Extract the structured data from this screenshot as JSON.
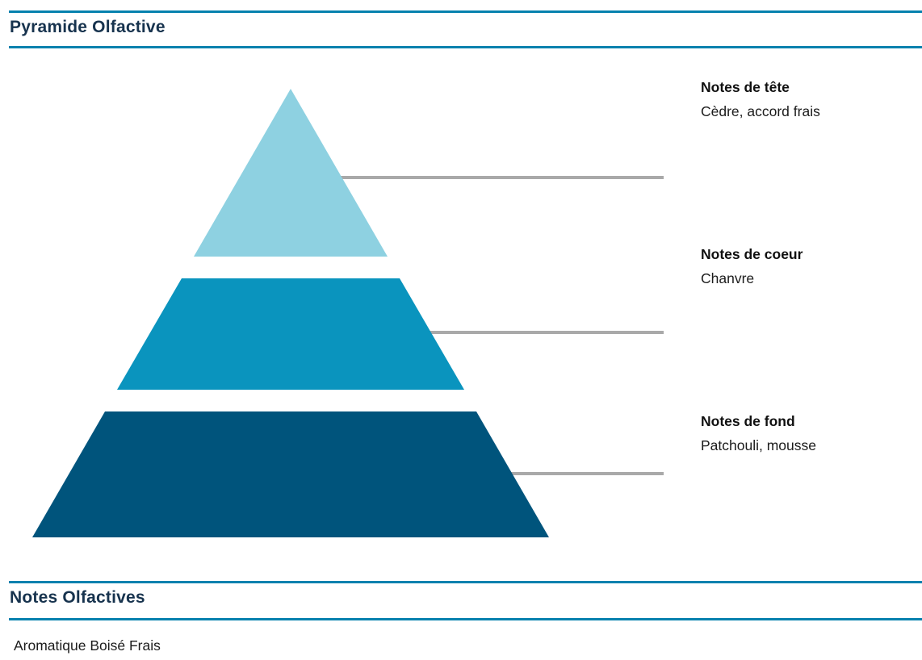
{
  "page": {
    "accent_rule_color": "#0681AE",
    "heading_color": "#17334E",
    "connector_color": "#A9A9A9"
  },
  "pyramid_section": {
    "title": "Pyramide Olfactive",
    "tiers": [
      {
        "id": "tete",
        "label": "Notes de tête",
        "notes": "Cèdre, accord frais",
        "color": "#8ED1E1"
      },
      {
        "id": "coeur",
        "label": "Notes de coeur",
        "notes": "Chanvre",
        "color": "#0A94BE"
      },
      {
        "id": "fond",
        "label": "Notes de fond",
        "notes": "Patchouli, mousse",
        "color": "#00547C"
      }
    ]
  },
  "notes_section": {
    "title": "Notes Olfactives",
    "family": "Aromatique Boisé Frais"
  }
}
